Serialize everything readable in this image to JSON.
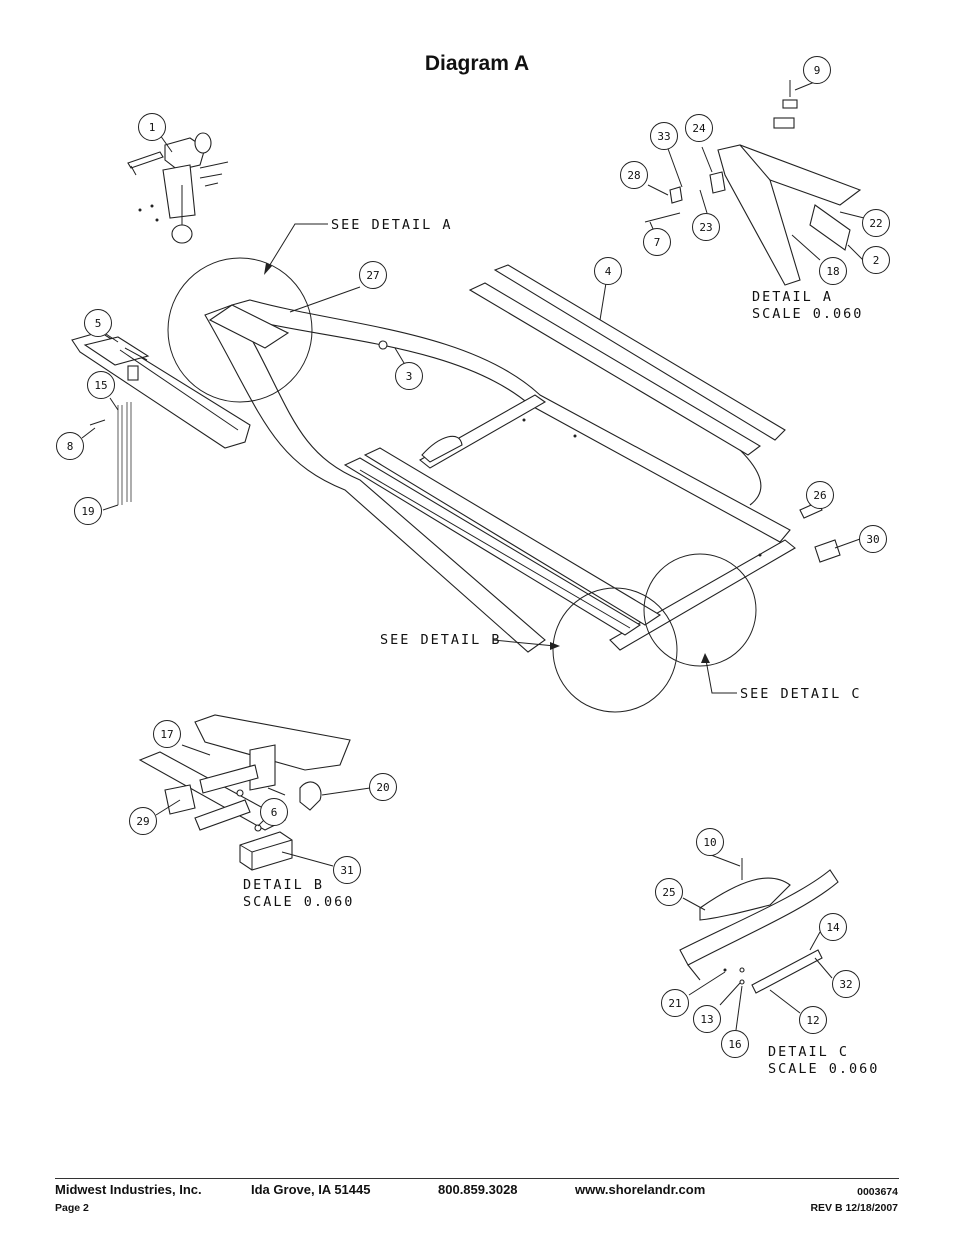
{
  "title": "Diagram A",
  "callouts": [
    {
      "num": "1"
    },
    {
      "num": "2"
    },
    {
      "num": "3"
    },
    {
      "num": "4"
    },
    {
      "num": "5"
    },
    {
      "num": "6"
    },
    {
      "num": "7"
    },
    {
      "num": "8"
    },
    {
      "num": "9"
    },
    {
      "num": "10"
    },
    {
      "num": "12"
    },
    {
      "num": "13"
    },
    {
      "num": "14"
    },
    {
      "num": "15"
    },
    {
      "num": "16"
    },
    {
      "num": "17"
    },
    {
      "num": "18"
    },
    {
      "num": "19"
    },
    {
      "num": "20"
    },
    {
      "num": "21"
    },
    {
      "num": "22"
    },
    {
      "num": "23"
    },
    {
      "num": "24"
    },
    {
      "num": "25"
    },
    {
      "num": "26"
    },
    {
      "num": "27"
    },
    {
      "num": "28"
    },
    {
      "num": "29"
    },
    {
      "num": "30"
    },
    {
      "num": "31"
    },
    {
      "num": "32"
    },
    {
      "num": "33"
    }
  ],
  "labels": {
    "see_detail_a": "SEE DETAIL  A",
    "see_detail_b": "SEE DETAIL  B",
    "see_detail_c": "SEE DETAIL  C",
    "detail_a": "DETAIL  A",
    "detail_b": "DETAIL  B",
    "detail_c": "DETAIL  C",
    "scale": "SCALE  0.060"
  },
  "footer": {
    "company": "Midwest Industries, Inc.",
    "city": "Ida Grove, IA  51445",
    "phone": "800.859.3028",
    "website": "www.shorelandr.com",
    "doc_number": "0003674",
    "page": "Page 2",
    "revision": "REV B  12/18/2007"
  }
}
